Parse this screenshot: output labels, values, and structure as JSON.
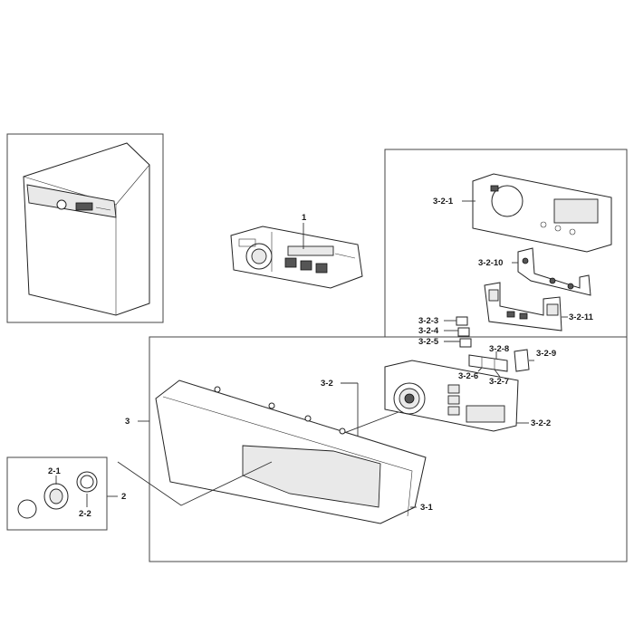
{
  "labels": {
    "l1": "1",
    "l2": "2",
    "l2_1": "2-1",
    "l2_2": "2-2",
    "l3": "3",
    "l3_1": "3-1",
    "l3_2": "3-2",
    "l3_2_1": "3-2-1",
    "l3_2_2": "3-2-2",
    "l3_2_3": "3-2-3",
    "l3_2_4": "3-2-4",
    "l3_2_5": "3-2-5",
    "l3_2_6": "3-2-6",
    "l3_2_7": "3-2-7",
    "l3_2_8": "3-2-8",
    "l3_2_9": "3-2-9",
    "l3_2_10": "3-2-10",
    "l3_2_11": "3-2-11"
  }
}
